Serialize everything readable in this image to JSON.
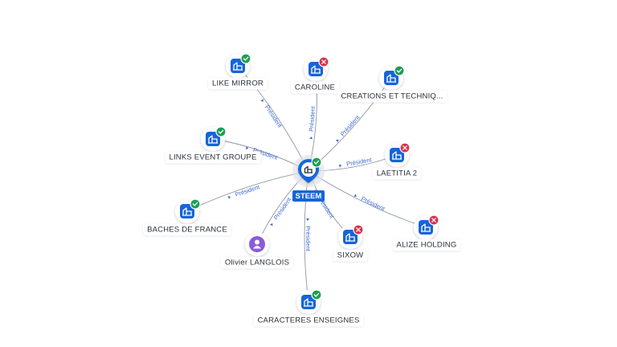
{
  "graph": {
    "center": {
      "label": "STEEM",
      "type": "company",
      "status": "active"
    },
    "nodes": [
      {
        "label": "LIKE MIRROR",
        "type": "company",
        "status": "active",
        "edge_label": "Président"
      },
      {
        "label": "CAROLINE",
        "type": "company",
        "status": "inactive",
        "edge_label": "Président"
      },
      {
        "label": "CREATIONS ET TECHNIQ...",
        "type": "company",
        "status": "active",
        "edge_label": "Président"
      },
      {
        "label": "LINKS EVENT GROUPE",
        "type": "company",
        "status": "active",
        "edge_label": "Président"
      },
      {
        "label": "LAETITIA 2",
        "type": "company",
        "status": "inactive",
        "edge_label": "Président"
      },
      {
        "label": "BACHES DE FRANCE",
        "type": "company",
        "status": "active",
        "edge_label": "Président"
      },
      {
        "label": "ALIZE HOLDING",
        "type": "company",
        "status": "inactive",
        "edge_label": "Président"
      },
      {
        "label": "Olivier LANGLOIS",
        "type": "person",
        "status": "none",
        "edge_label": "Président"
      },
      {
        "label": "SIXOW",
        "type": "company",
        "status": "inactive",
        "edge_label": "Président"
      },
      {
        "label": "CARACTERES ENSEIGNES",
        "type": "company",
        "status": "active",
        "edge_label": "Président"
      }
    ]
  },
  "colors": {
    "company_icon": "#1565d8",
    "person_icon": "#8a5cd6",
    "active_badge": "#1e9e53",
    "inactive_badge": "#d9304b",
    "center_label_bg": "#1565d8",
    "edge_label_text": "#3f6ad8",
    "edge_line": "#8f96a3"
  },
  "icons": {
    "company": "building-icon",
    "person": "person-icon",
    "active": "check-icon",
    "inactive": "cross-icon"
  }
}
